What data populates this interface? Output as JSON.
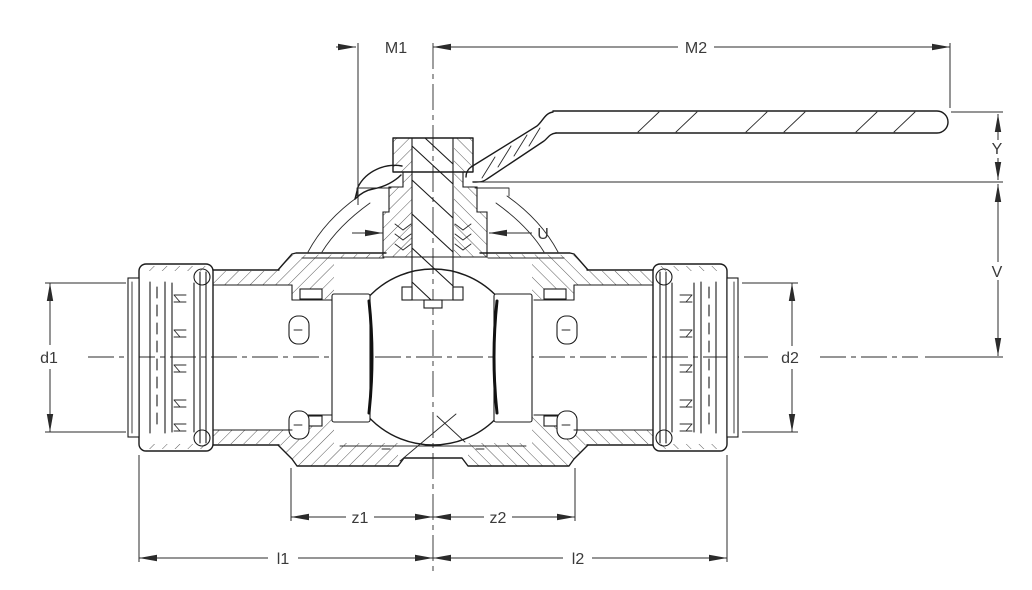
{
  "drawing": {
    "kind": "ball-valve-cross-section",
    "line_color": "#1b1b1b",
    "background": "#ffffff",
    "dimensions": {
      "m1": "M1",
      "m2": "M2",
      "y": "Y",
      "u": "U",
      "v": "V",
      "d1": "d1",
      "d2": "d2",
      "z1": "z1",
      "z2": "z2",
      "l1": "l1",
      "l2": "l2"
    }
  }
}
